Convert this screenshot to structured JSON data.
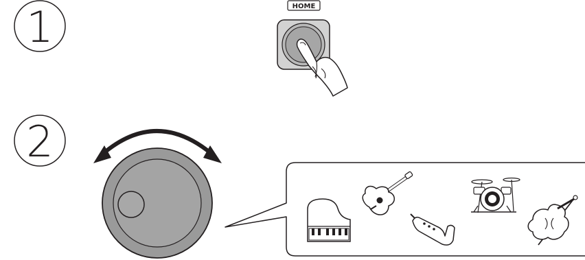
{
  "steps": [
    {
      "number": "1"
    },
    {
      "number": "2"
    }
  ],
  "home_button": {
    "label": "HOME"
  },
  "icons": {
    "press": "finger-press-icon",
    "rotate": "rotate-arrow-icon",
    "instruments": [
      "piano-icon",
      "acoustic-guitar-icon",
      "saxophone-icon",
      "drum-kit-icon",
      "violin-icon"
    ]
  },
  "colors": {
    "button_fill": "#d2d2d2",
    "dial_fill": "#9a9a9a",
    "stroke": "#231f20"
  }
}
